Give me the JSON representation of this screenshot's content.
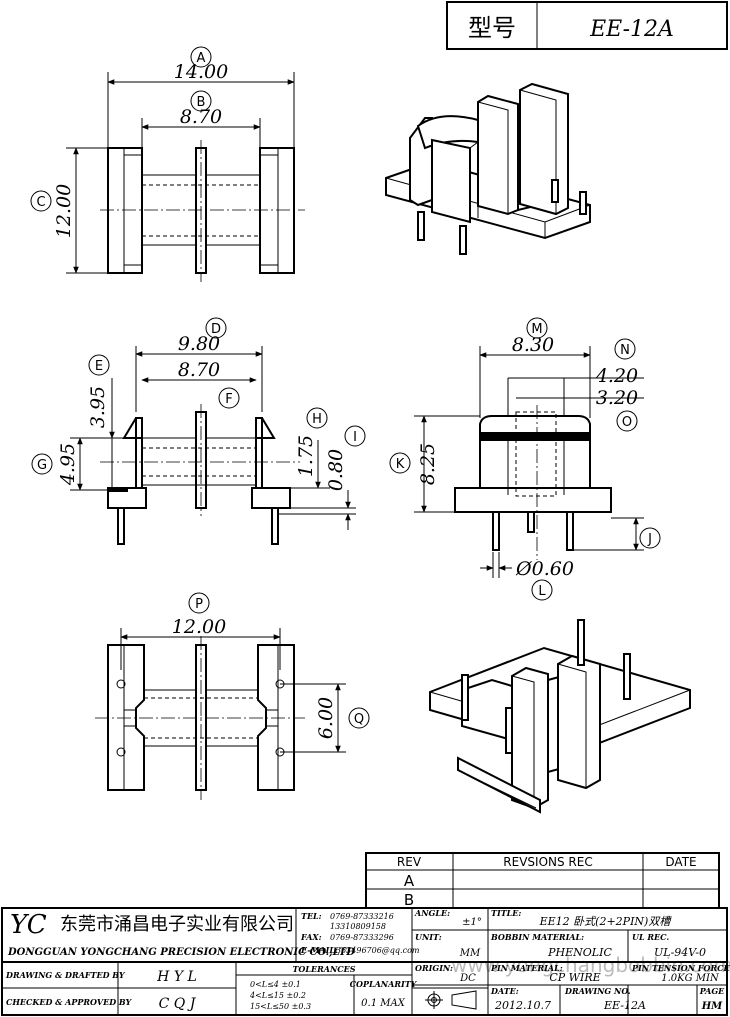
{
  "header": {
    "model_label": "型号",
    "model_value": "EE-12A"
  },
  "dimensions": {
    "A": {
      "letter": "A",
      "value": "14.00"
    },
    "B": {
      "letter": "B",
      "value": "8.70"
    },
    "C": {
      "letter": "C",
      "value": "12.00"
    },
    "D": {
      "letter": "D",
      "value": "9.80"
    },
    "E": {
      "letter": "E",
      "value": "3.95"
    },
    "F": {
      "letter": "F",
      "value": "8.70"
    },
    "G": {
      "letter": "G",
      "value": "4.95"
    },
    "H": {
      "letter": "H",
      "value": "1.75"
    },
    "I": {
      "letter": "I",
      "value": "0.80"
    },
    "M": {
      "letter": "M",
      "value": "8.30"
    },
    "N": {
      "letter": "N",
      "value": "4.20"
    },
    "O": {
      "letter": "O",
      "value": "3.20"
    },
    "K": {
      "letter": "K",
      "value": "8.25"
    },
    "J": {
      "letter": "J",
      "value": ""
    },
    "L": {
      "letter": "L",
      "value": "Ø0.60"
    },
    "P": {
      "letter": "P",
      "value": "12.00"
    },
    "Q": {
      "letter": "Q",
      "value": "6.00"
    }
  },
  "revision_table": {
    "headers": {
      "rev": "REV",
      "records": "REVSIONS REC",
      "date": "DATE"
    },
    "rows": [
      "A",
      "B"
    ]
  },
  "title_block": {
    "logo": "YC",
    "company_cn": "东莞市涌昌电子实业有限公司",
    "company_en": "DONGGUAN YONGCHANG PRECISION ELECTRONIC CO.,LTD",
    "tel_label": "TEL:",
    "tel_1": "0769-87333216",
    "tel_2": "13310809158",
    "fax_label": "FAX:",
    "fax": "0769-87333296",
    "email_label": "E-MAIL:",
    "email": "363496706@qq.com",
    "angle_label": "ANGLE:",
    "angle_value": "±1°",
    "title_label": "TITLE:",
    "title_value": "EE12 卧式(2+2PIN)双槽",
    "unit_label": "UNIT:",
    "unit_value": "MM",
    "bobbin_material_label": "BOBBIN MATERIAL:",
    "bobbin_material_value": "PHENOLIC",
    "ul_rec_label": "UL REC.",
    "ul_rec_value": "UL-94V-0",
    "origin_label": "ORIGIN:",
    "origin_value": "DC",
    "pin_material_label": "PIN MATERIAL:",
    "pin_material_value": "CP WIRE",
    "pin_tension_label": "PIN TENSION FORCE",
    "pin_tension_value": "1.0KG MIN",
    "drawn_label": "DRAWING & DRAFTED BY",
    "drawn_value": "H Y L",
    "checked_label": "CHECKED & APPROVED BY",
    "checked_value": "C Q J",
    "tolerances_label": "TOLERANCES",
    "tol_1": "0<L≤4    ±0.1",
    "tol_2": "4<L≤15   ±0.2",
    "tol_3": "15<L≤50  ±0.3",
    "coplanarity_label": "COPLANARITY",
    "coplanarity_value": "0.1 MAX",
    "date_label": "DATE:",
    "date_value": "2012.10.7",
    "drawing_no_label": "DRAWING NO.",
    "drawing_no_value": "EE-12A",
    "page_label": "PAGE",
    "page_value": "HM"
  },
  "watermark": "www.yongchangbobbin.com"
}
